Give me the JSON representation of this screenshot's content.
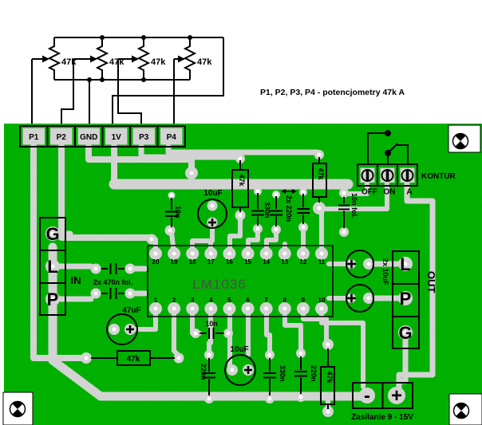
{
  "schematic": {
    "pots": [
      "47k",
      "47k",
      "47k",
      "47k"
    ],
    "note": "P1, P2, P3, P4 - potencjometry 47k A"
  },
  "top_connector": {
    "pins": [
      "P1",
      "P2",
      "GND",
      "1V",
      "P3",
      "P4"
    ]
  },
  "ic": {
    "name": "LM1036",
    "top_pins": [
      "20",
      "19",
      "18",
      "17",
      "16",
      "15",
      "14",
      "13",
      "12",
      "11"
    ],
    "bottom_pins": [
      "1",
      "2",
      "3",
      "4",
      "5",
      "6",
      "7",
      "8",
      "9",
      "10"
    ]
  },
  "input": {
    "label": "IN",
    "pins": [
      "G",
      "L",
      "P"
    ],
    "caps": "2x 470n fol."
  },
  "output": {
    "label": "OUT",
    "pins": [
      "L",
      "P",
      "G"
    ],
    "caps": "2x 10uF"
  },
  "kontur": {
    "label": "KONTUR",
    "pins": [
      "OFF",
      "ON",
      "A"
    ]
  },
  "components": {
    "c10n_top": "10n",
    "c10uf_top": "10uF",
    "r47k_top": "47k",
    "c330n_top": "330n",
    "c220n_pair": "2x 220n",
    "r47k_right": "47k",
    "c10n_fol": "10n fol.",
    "c47uf": "47uF",
    "r47k_left": "47k",
    "c220n_bl": "220n",
    "c10n_bottom": "10n",
    "c10uf_bottom": "10uF",
    "c330n_bottom": "330n",
    "c220n_bottom": "220n",
    "r47k_bottom": "47k"
  },
  "power": {
    "minus": "-",
    "plus": "+",
    "label": "Zasilanie 9 - 15V"
  },
  "colors": {
    "board": "#00a000",
    "board_alt": "#00c000",
    "trace": "#c8c8c8",
    "trace_alt": "#dedede"
  }
}
